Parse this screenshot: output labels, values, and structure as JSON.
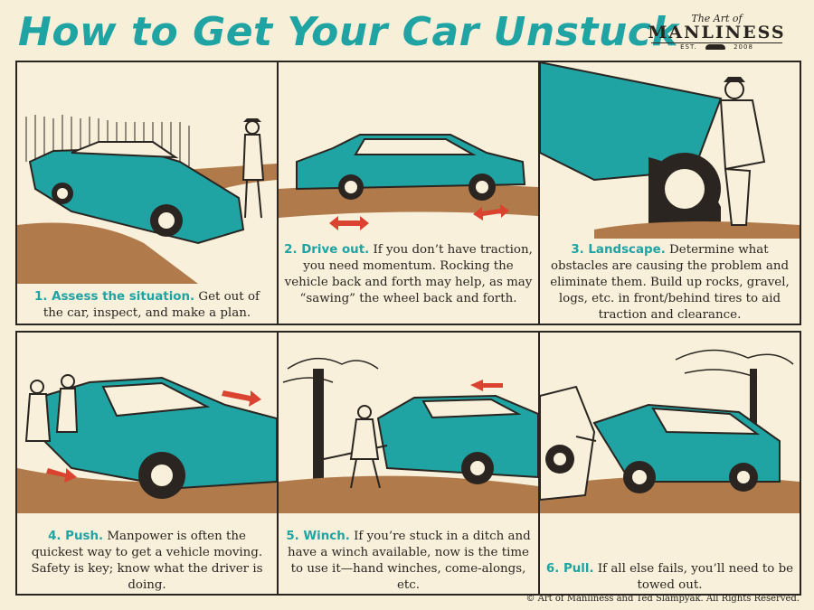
{
  "title": "How to Get Your Car Unstuck",
  "brand": {
    "top": "The Art of",
    "name": "MANLINESS",
    "est": "EST.",
    "year": "2008"
  },
  "panels": [
    {
      "lead": "1. Assess the situation.",
      "text": " Get out of the car, inspect, and make a plan."
    },
    {
      "lead": "2. Drive out.",
      "text": " If you don’t have traction, you need momentum. Rocking the vehicle back and forth may help, as may “sawing” the wheel back and forth."
    },
    {
      "lead": "3. Landscape.",
      "text": " Determine what obstacles are causing the problem and eliminate them. Build up rocks, gravel, logs, etc. in front/behind tires to aid traction and clearance."
    },
    {
      "lead": "4. Push.",
      "text": " Manpower is often the quickest way to get a vehicle moving. Safety is key; know what the driver is doing."
    },
    {
      "lead": "5. Winch.",
      "text": " If you’re stuck in a ditch and have a winch available, now is the time to use it—hand winches, come-alongs, etc."
    },
    {
      "lead": "6. Pull.",
      "text": " If all else fails, you’ll need to be towed out."
    }
  ],
  "copyright": "© Art of Manliness and Ted Slampyak. All Rights Reserved.",
  "colors": {
    "teal": "#1fa3a3",
    "ink": "#2a2520",
    "paper": "#f7efd8",
    "mud": "#b07a4a",
    "red": "#d9432f"
  }
}
